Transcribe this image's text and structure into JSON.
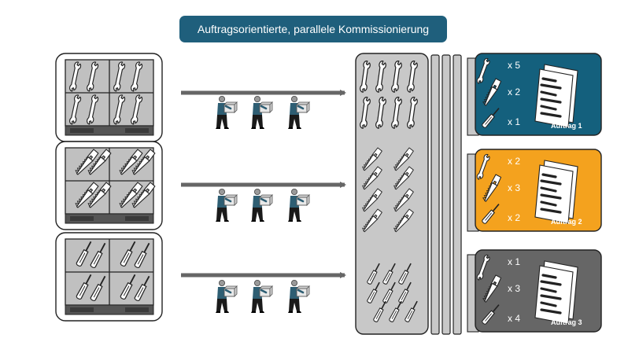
{
  "title": "Auftragsorientierte, parallele Kommissionierung",
  "colors": {
    "order1": "#14607d",
    "order2": "#f4a21e",
    "order3": "#666666",
    "rack": "#c8c8c8",
    "arrow": "#666666",
    "title_bg": "#1f5f7c"
  },
  "orders": [
    {
      "label": "Auftrag 1",
      "color_key": "order1",
      "items": [
        {
          "icon": "wrench-icon",
          "qty": "x 5"
        },
        {
          "icon": "saw-icon",
          "qty": "x 2"
        },
        {
          "icon": "screwdriver-icon",
          "qty": "x 1"
        }
      ]
    },
    {
      "label": "Auftrag 2",
      "color_key": "order2",
      "items": [
        {
          "icon": "wrench-icon",
          "qty": "x 2"
        },
        {
          "icon": "saw-icon",
          "qty": "x 3"
        },
        {
          "icon": "screwdriver-icon",
          "qty": "x 2"
        }
      ]
    },
    {
      "label": "Auftrag 3",
      "color_key": "order3",
      "items": [
        {
          "icon": "wrench-icon",
          "qty": "x 1"
        },
        {
          "icon": "saw-icon",
          "qty": "x 3"
        },
        {
          "icon": "screwdriver-icon",
          "qty": "x 4"
        }
      ]
    }
  ],
  "sources": [
    {
      "tool": "wrench-icon"
    },
    {
      "tool": "saw-icon"
    },
    {
      "tool": "screwdriver-icon"
    }
  ]
}
